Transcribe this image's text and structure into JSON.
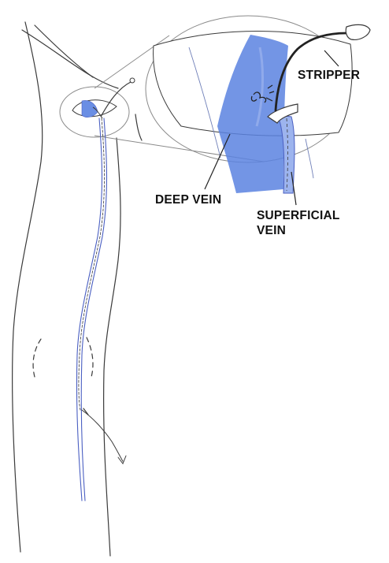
{
  "labels": {
    "stripper": "STRIPPER",
    "deep_vein": "DEEP VEIN",
    "superficial_vein_line1": "SUPERFICIAL",
    "superficial_vein_line2": "VEIN"
  },
  "colors": {
    "outline": "#3a3a3a",
    "vein_fill": "#5b82e0",
    "vein_light": "#9db4ee",
    "vein_line": "#4a5fc2",
    "label_text": "#111111"
  }
}
